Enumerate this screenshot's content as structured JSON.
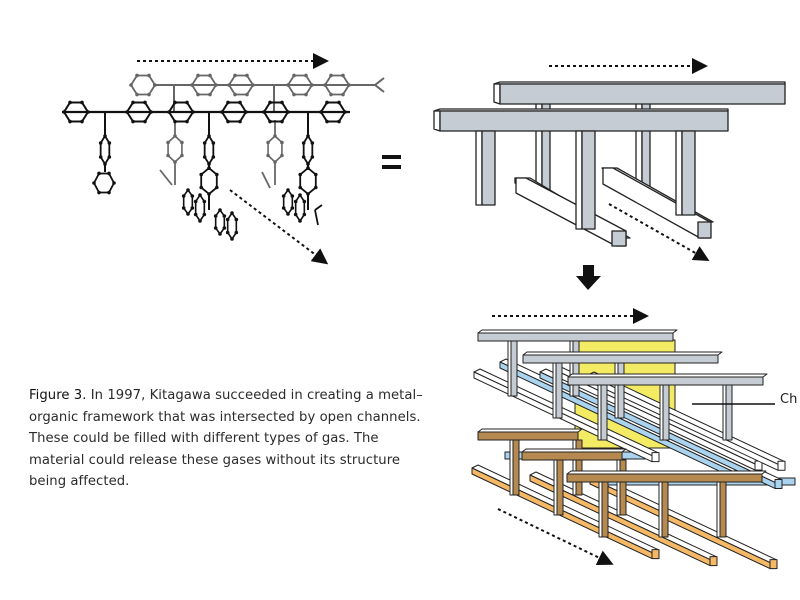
{
  "figure": {
    "label": "Figure 3.",
    "caption": " In 1997, Kitagawa succeeded in creating a metal–organic framework that was intersected by open channels. These could be filled with different types of gas. The material could release these gases without its structure being affected.",
    "callout_label": "Ch",
    "panels": [
      {
        "id": "molecular-structure",
        "description": "Polymer chains with hexagonal rings (molecular structure)"
      },
      {
        "id": "equals-sign",
        "symbol": "="
      },
      {
        "id": "simplified-frame",
        "description": "Simplified 3D T-beam framework (grey)"
      },
      {
        "id": "down-arrow",
        "symbol": "↓"
      },
      {
        "id": "stacked-framework",
        "description": "Stacked frameworks (grey, blue, white, brown, orange) with yellow channel"
      }
    ],
    "colors": {
      "grey_beam": "#c5ccd3",
      "blue_beam": "#a9d3ee",
      "white_beam": "#ffffff",
      "brown_beam": "#b5894f",
      "orange_beam": "#f4b866",
      "channel_yellow": "#f2e84a",
      "outline": "#222222",
      "chain_dark": "#111111",
      "chain_grey": "#666666"
    }
  }
}
